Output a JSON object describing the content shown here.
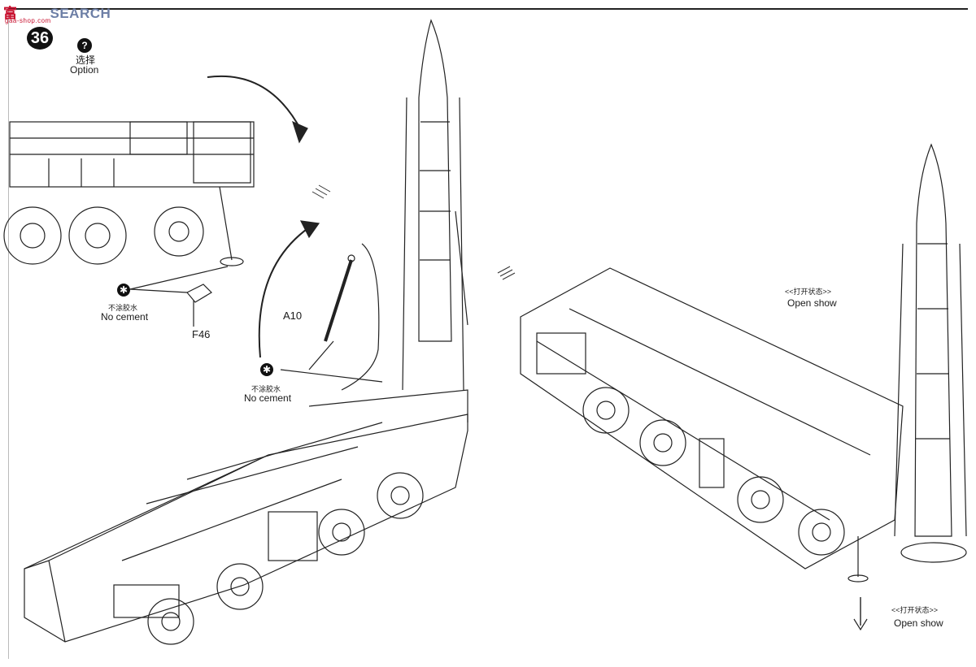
{
  "watermark": {
    "brand": "富",
    "word": "SEARCH",
    "site": "gaa-shop.com"
  },
  "step": {
    "number": "36"
  },
  "option": {
    "icon": "question-icon",
    "glyph": "?",
    "label_cn": "选择",
    "label_en": "Option"
  },
  "callouts": {
    "part_f46": "F46",
    "part_a10": "A10",
    "no_cement_1": {
      "cn": "不涂胶水",
      "en": "No cement"
    },
    "no_cement_2": {
      "cn": "不涂胶水",
      "en": "No cement"
    },
    "open_show_1": {
      "cn": "<<打开状态>>",
      "en": "Open show"
    },
    "open_show_2": {
      "cn": "<<打开状态>>",
      "en": "Open show"
    }
  }
}
